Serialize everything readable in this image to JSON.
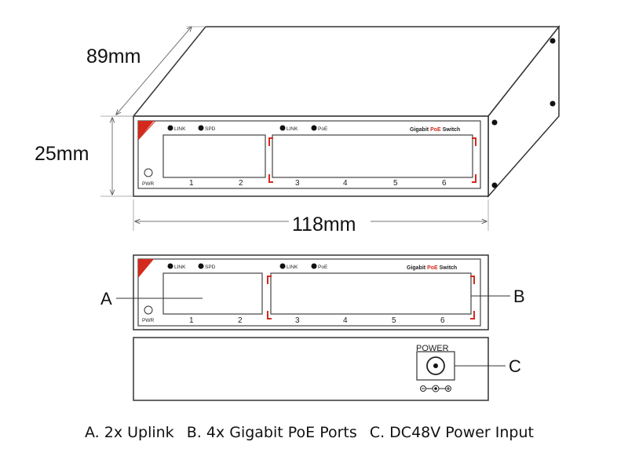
{
  "dimensions": {
    "depth": "89mm",
    "height": "25mm",
    "width": "118mm"
  },
  "front_panel": {
    "led_link_1": "LINK",
    "led_spd": "SPD",
    "led_link_2": "LINK",
    "led_poe": "PoE",
    "brand_prefix": "Gigabit ",
    "brand_poe": "PoE",
    "brand_suffix": " Switch",
    "pwr": "PWR",
    "ports": [
      "1",
      "2",
      "3",
      "4",
      "5",
      "6"
    ]
  },
  "rear_panel": {
    "power_label": "POWER"
  },
  "callouts": {
    "a": "A",
    "b": "B",
    "c": "C"
  },
  "legend": {
    "a": "A. 2x Uplink",
    "b": "B. 4x Gigabit PoE Ports",
    "c": "C. DC48V Power Input"
  },
  "colors": {
    "accent_red": "#d42a1e",
    "line": "#333333"
  }
}
